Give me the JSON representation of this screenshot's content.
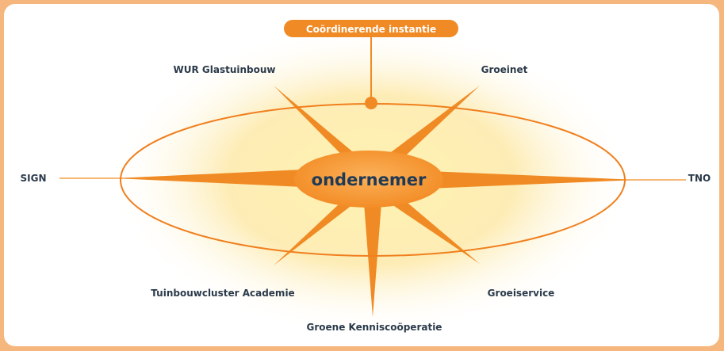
{
  "diagram": {
    "center_label": "ondernemer",
    "coordinator_label": "Coördinerende instantie",
    "nodes": {
      "wur": "WUR Glastuinbouw",
      "groeinet": "Groeinet",
      "sign": "SIGN",
      "tno": "TNO",
      "academie": "Tuinbouwcluster Academie",
      "groeiservice": "Groeiservice",
      "kenniscooperatie": "Groene Kenniscoöperatie"
    },
    "colors": {
      "border": "#f6b77f",
      "accent": "#f08a24",
      "glow": "#fde9a8",
      "ellipse_stroke": "#f07f1e",
      "text": "#2b3a4a"
    }
  }
}
